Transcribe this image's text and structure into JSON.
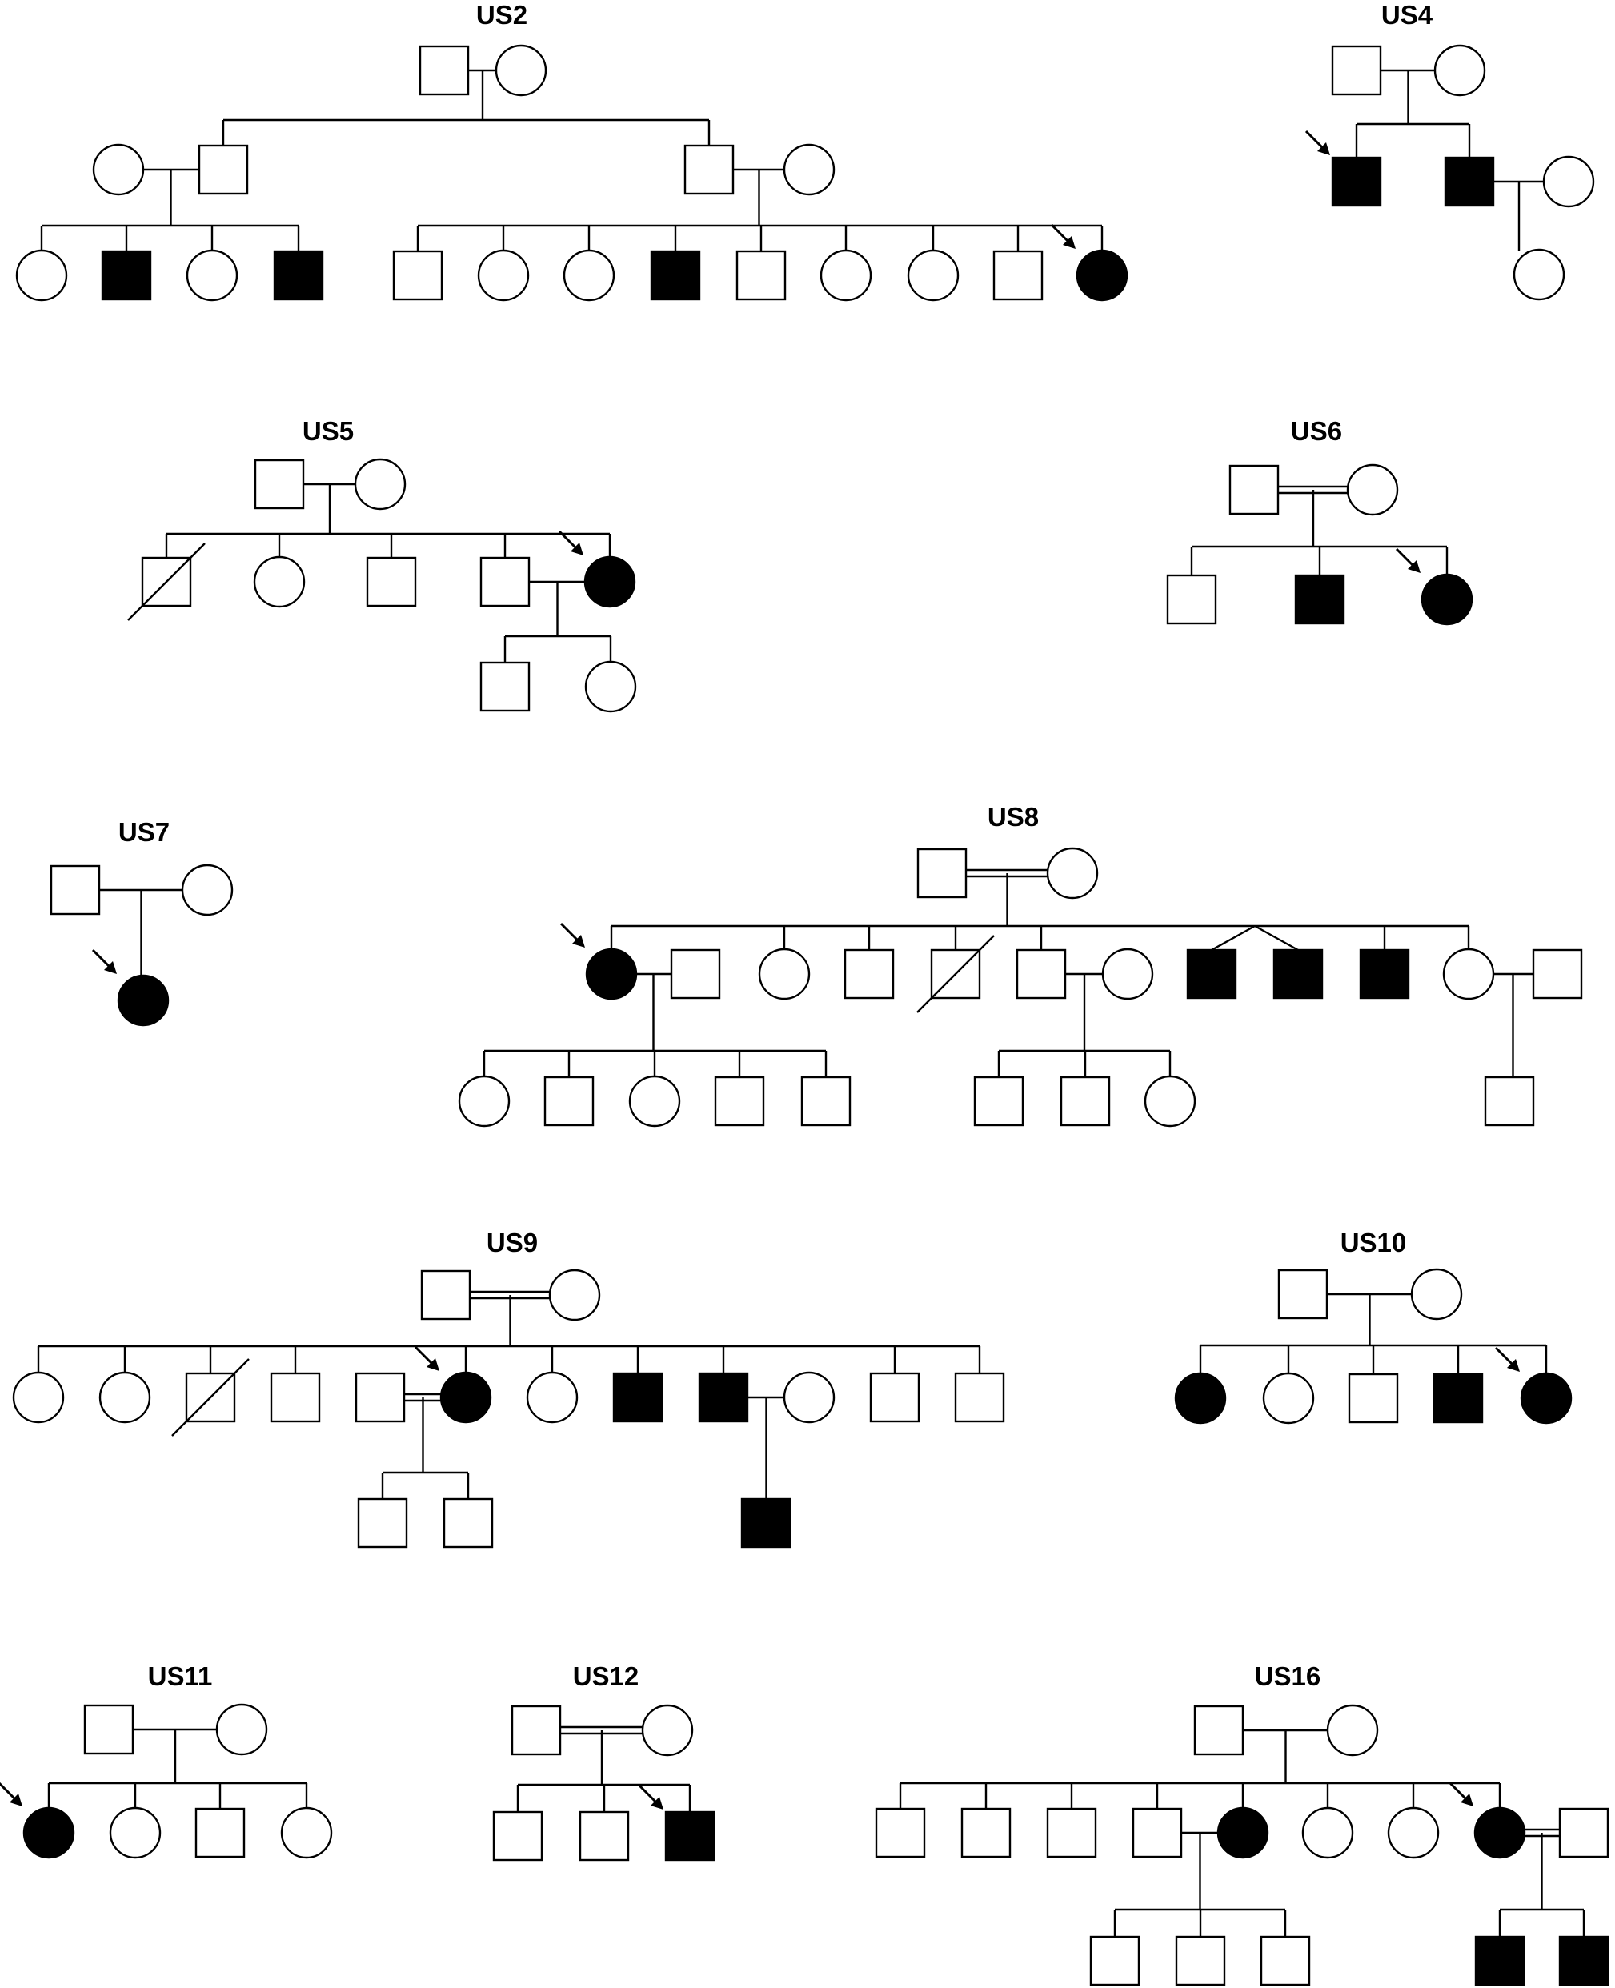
{
  "colors": {
    "line": "#000000",
    "affected": "#000000",
    "unaffected": "#ffffff",
    "background": "#ffffff"
  },
  "legend_meaning": {
    "square": "male",
    "circle": "female",
    "filled": "affected",
    "diagonal-slash": "deceased",
    "arrow": "proband",
    "double-line": "consanguineous union"
  },
  "families": [
    {
      "id": "US2",
      "title": "US2",
      "individuals": [
        {
          "sex": "male",
          "affected": false
        },
        {
          "sex": "female",
          "affected": false
        },
        {
          "sex": "female",
          "affected": false
        },
        {
          "sex": "male",
          "affected": false
        },
        {
          "sex": "male",
          "affected": false
        },
        {
          "sex": "female",
          "affected": false
        },
        {
          "sex": "female",
          "affected": false
        },
        {
          "sex": "male",
          "affected": true
        },
        {
          "sex": "female",
          "affected": false
        },
        {
          "sex": "male",
          "affected": true
        },
        {
          "sex": "male",
          "affected": false
        },
        {
          "sex": "female",
          "affected": false
        },
        {
          "sex": "female",
          "affected": false
        },
        {
          "sex": "male",
          "affected": true
        },
        {
          "sex": "male",
          "affected": false
        },
        {
          "sex": "female",
          "affected": false
        },
        {
          "sex": "female",
          "affected": false
        },
        {
          "sex": "male",
          "affected": false
        },
        {
          "sex": "female",
          "affected": true,
          "proband": true
        }
      ]
    },
    {
      "id": "US4",
      "title": "US4",
      "individuals": [
        {
          "sex": "male",
          "affected": false
        },
        {
          "sex": "female",
          "affected": false
        },
        {
          "sex": "male",
          "affected": true,
          "proband": true
        },
        {
          "sex": "male",
          "affected": true
        },
        {
          "sex": "female",
          "affected": false
        },
        {
          "sex": "female",
          "affected": false
        }
      ]
    },
    {
      "id": "US5",
      "title": "US5",
      "individuals": [
        {
          "sex": "male",
          "affected": false
        },
        {
          "sex": "female",
          "affected": false
        },
        {
          "sex": "male",
          "affected": false,
          "deceased": true
        },
        {
          "sex": "female",
          "affected": false
        },
        {
          "sex": "male",
          "affected": false
        },
        {
          "sex": "male",
          "affected": false
        },
        {
          "sex": "female",
          "affected": true,
          "proband": true
        },
        {
          "sex": "male",
          "affected": false
        },
        {
          "sex": "female",
          "affected": false
        }
      ]
    },
    {
      "id": "US6",
      "title": "US6",
      "individuals": [
        {
          "sex": "male",
          "affected": false
        },
        {
          "sex": "female",
          "affected": false
        },
        {
          "sex": "male",
          "affected": false
        },
        {
          "sex": "male",
          "affected": true
        },
        {
          "sex": "female",
          "affected": true,
          "proband": true
        }
      ]
    },
    {
      "id": "US7",
      "title": "US7",
      "individuals": [
        {
          "sex": "male",
          "affected": false
        },
        {
          "sex": "female",
          "affected": false
        },
        {
          "sex": "female",
          "affected": true,
          "proband": true
        }
      ]
    },
    {
      "id": "US8",
      "title": "US8",
      "individuals": [
        {
          "sex": "male",
          "affected": false
        },
        {
          "sex": "female",
          "affected": false
        },
        {
          "sex": "female",
          "affected": true,
          "proband": true
        },
        {
          "sex": "male",
          "affected": false
        },
        {
          "sex": "female",
          "affected": false
        },
        {
          "sex": "male",
          "affected": false
        },
        {
          "sex": "male",
          "affected": false,
          "deceased": true
        },
        {
          "sex": "male",
          "affected": false
        },
        {
          "sex": "female",
          "affected": false
        },
        {
          "sex": "male",
          "affected": true,
          "twin": true
        },
        {
          "sex": "male",
          "affected": true,
          "twin": true
        },
        {
          "sex": "male",
          "affected": true
        },
        {
          "sex": "female",
          "affected": false
        },
        {
          "sex": "male",
          "affected": false
        },
        {
          "sex": "female",
          "affected": false
        },
        {
          "sex": "male",
          "affected": false
        },
        {
          "sex": "female",
          "affected": false
        },
        {
          "sex": "male",
          "affected": false
        },
        {
          "sex": "male",
          "affected": false
        },
        {
          "sex": "male",
          "affected": false
        },
        {
          "sex": "male",
          "affected": false
        },
        {
          "sex": "female",
          "affected": false
        },
        {
          "sex": "male",
          "affected": false
        }
      ]
    },
    {
      "id": "US9",
      "title": "US9",
      "individuals": [
        {
          "sex": "male",
          "affected": false
        },
        {
          "sex": "female",
          "affected": false
        },
        {
          "sex": "female",
          "affected": false
        },
        {
          "sex": "female",
          "affected": false
        },
        {
          "sex": "male",
          "affected": false,
          "deceased": true
        },
        {
          "sex": "male",
          "affected": false
        },
        {
          "sex": "male",
          "affected": false
        },
        {
          "sex": "female",
          "affected": true,
          "proband": true
        },
        {
          "sex": "female",
          "affected": false
        },
        {
          "sex": "male",
          "affected": true
        },
        {
          "sex": "male",
          "affected": true
        },
        {
          "sex": "female",
          "affected": false
        },
        {
          "sex": "male",
          "affected": false
        },
        {
          "sex": "male",
          "affected": false
        },
        {
          "sex": "male",
          "affected": false
        },
        {
          "sex": "male",
          "affected": false
        },
        {
          "sex": "male",
          "affected": true
        }
      ]
    },
    {
      "id": "US10",
      "title": "US10",
      "individuals": [
        {
          "sex": "male",
          "affected": false
        },
        {
          "sex": "female",
          "affected": false
        },
        {
          "sex": "female",
          "affected": true
        },
        {
          "sex": "female",
          "affected": false
        },
        {
          "sex": "male",
          "affected": false
        },
        {
          "sex": "male",
          "affected": true
        },
        {
          "sex": "female",
          "affected": true,
          "proband": true
        }
      ]
    },
    {
      "id": "US11",
      "title": "US11",
      "individuals": [
        {
          "sex": "male",
          "affected": false
        },
        {
          "sex": "female",
          "affected": false
        },
        {
          "sex": "female",
          "affected": true,
          "proband": true
        },
        {
          "sex": "female",
          "affected": false
        },
        {
          "sex": "male",
          "affected": false
        },
        {
          "sex": "female",
          "affected": false
        }
      ]
    },
    {
      "id": "US12",
      "title": "US12",
      "individuals": [
        {
          "sex": "male",
          "affected": false
        },
        {
          "sex": "female",
          "affected": false
        },
        {
          "sex": "male",
          "affected": false
        },
        {
          "sex": "male",
          "affected": false
        },
        {
          "sex": "male",
          "affected": true,
          "proband": true
        }
      ]
    },
    {
      "id": "US16",
      "title": "US16",
      "individuals": [
        {
          "sex": "male",
          "affected": false
        },
        {
          "sex": "female",
          "affected": false
        },
        {
          "sex": "male",
          "affected": false
        },
        {
          "sex": "male",
          "affected": false
        },
        {
          "sex": "male",
          "affected": false
        },
        {
          "sex": "male",
          "affected": false
        },
        {
          "sex": "female",
          "affected": true
        },
        {
          "sex": "female",
          "affected": false
        },
        {
          "sex": "female",
          "affected": false
        },
        {
          "sex": "female",
          "affected": true,
          "proband": true
        },
        {
          "sex": "male",
          "affected": false
        },
        {
          "sex": "male",
          "affected": false
        },
        {
          "sex": "male",
          "affected": false
        },
        {
          "sex": "male",
          "affected": false
        },
        {
          "sex": "male",
          "affected": true
        },
        {
          "sex": "male",
          "affected": true
        }
      ]
    }
  ]
}
